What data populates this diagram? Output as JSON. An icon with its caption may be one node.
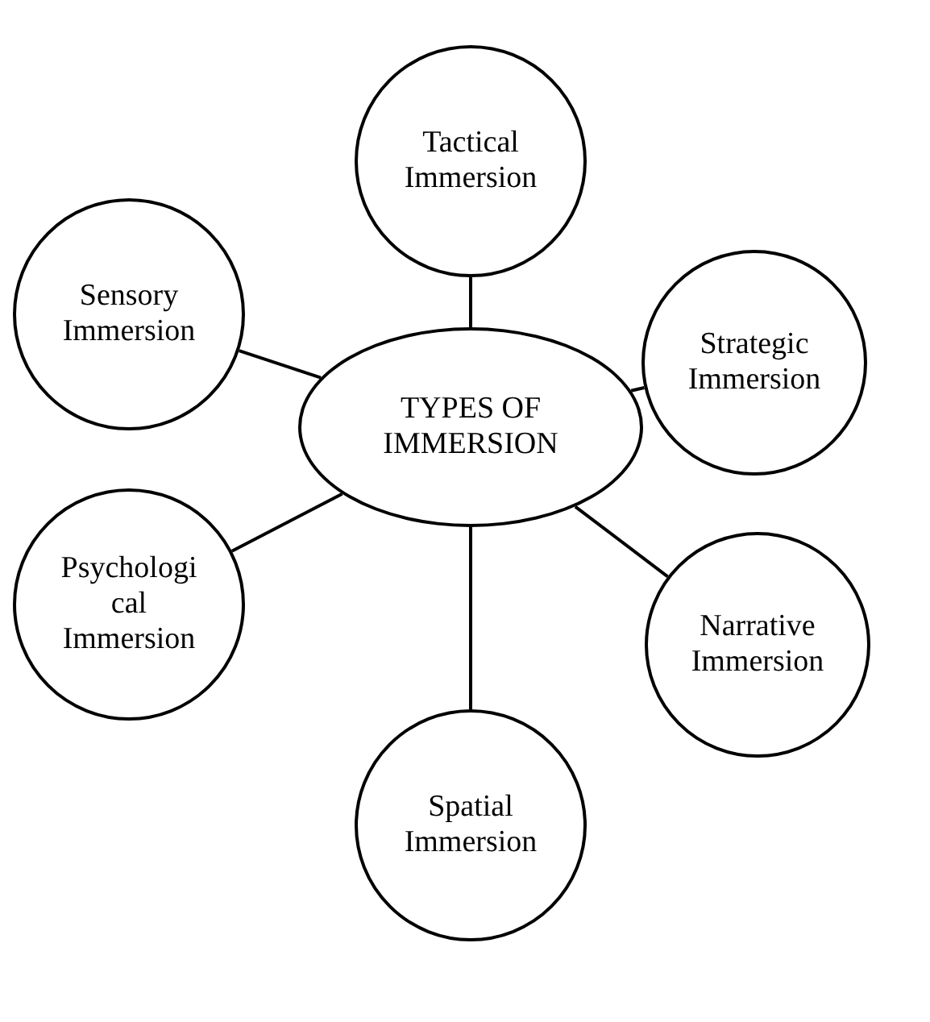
{
  "diagram": {
    "nodes": [
      {
        "text": [
          "TYPES OF IMMERSION"
        ]
      },
      {
        "text": [
          "Tactical Immersion"
        ]
      },
      {
        "text": [
          "Sensory Immersion"
        ]
      },
      {
        "text": [
          "Strategic Immersion"
        ]
      },
      {
        "text": [
          "Psychologi cal Immersion"
        ]
      },
      {
        "text": [
          "Narrative Immersion"
        ]
      },
      {
        "text": [
          "Spatial Immersion"
        ]
      }
    ],
    "edges": [
      {
        "from": 0,
        "to": 1,
        "arrow": "none"
      },
      {
        "from": 0,
        "to": 2,
        "arrow": "none"
      },
      {
        "from": 0,
        "to": 3,
        "arrow": "none"
      },
      {
        "from": 0,
        "to": 4,
        "arrow": "none"
      },
      {
        "from": 0,
        "to": 5,
        "arrow": "none"
      },
      {
        "from": 0,
        "to": 6,
        "arrow": "none"
      }
    ]
  }
}
